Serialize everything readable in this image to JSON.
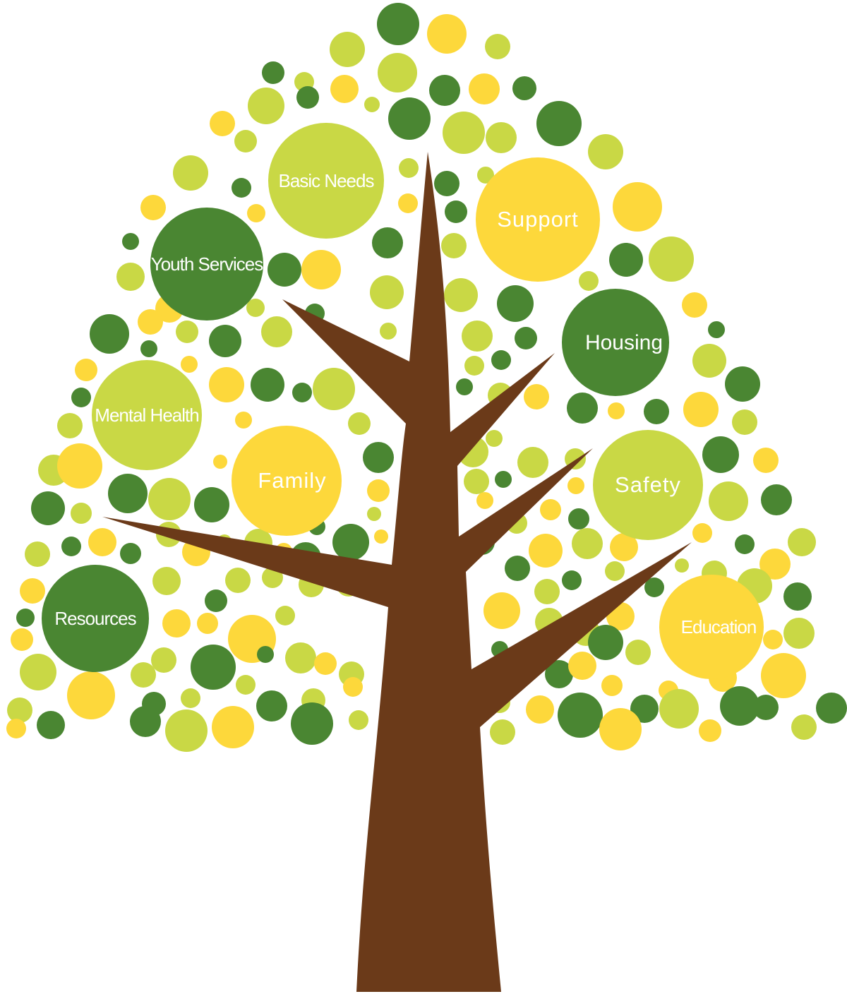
{
  "colors": {
    "dark_green": "#4a8632",
    "light_green": "#c9d845",
    "yellow": "#fdd83b",
    "trunk": "#6b3a19",
    "label_text": "#ffffff"
  },
  "tree": {
    "labels": {
      "basic_needs": "Basic Needs",
      "support": "Support",
      "youth_services": "Youth Services",
      "housing": "Housing",
      "mental_health": "Mental Health",
      "family": "Family",
      "safety": "Safety",
      "resources": "Resources",
      "education": "Education"
    }
  }
}
